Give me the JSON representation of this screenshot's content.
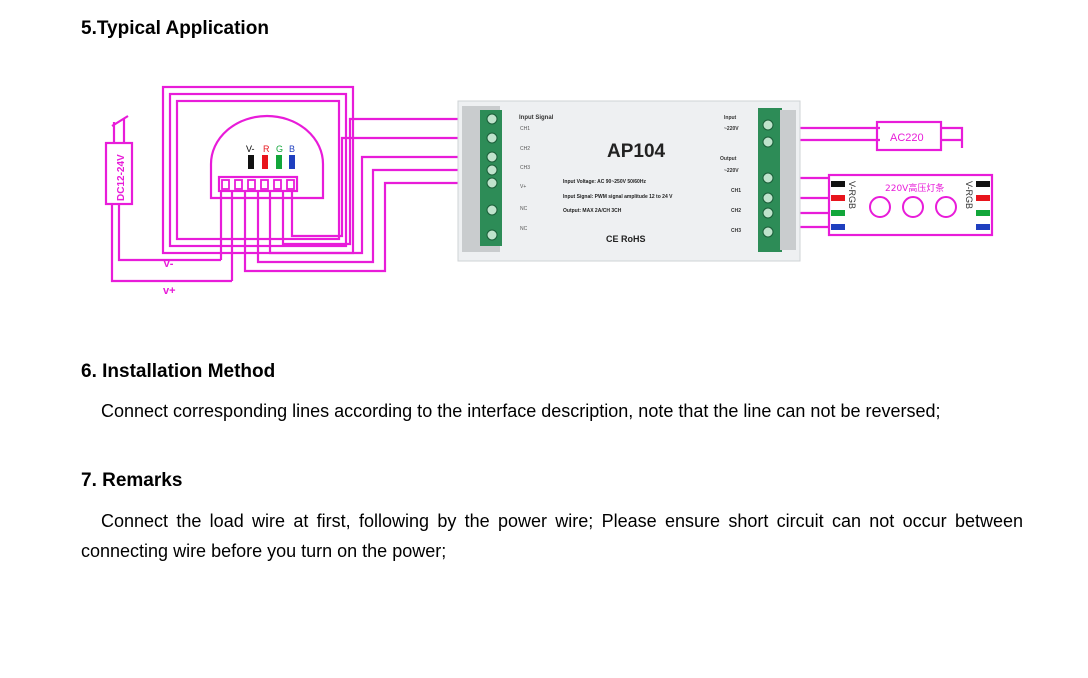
{
  "section5": {
    "heading": "5.Typical Application"
  },
  "diagram": {
    "dc_label": "DC12-24V",
    "v_minus": "V-",
    "v_plus": "v+",
    "panel_pins": {
      "v": "V-",
      "r": "R",
      "g": "G",
      "b": "B"
    },
    "device": {
      "model": "AP104",
      "input_signal": "Input Signal",
      "ch_labels": [
        "CH1",
        "CH2",
        "CH3",
        "V+",
        "NC",
        "NC"
      ],
      "input_title": "Input",
      "input_value": "~220V",
      "output_title": "Output",
      "output_value": "~220V",
      "out_labels": [
        "CH1",
        "CH2",
        "CH3"
      ],
      "spec_voltage": "Input Voltage: AC 90~250V 50/60Hz",
      "spec_signal": "Input Signal: PWM signal amplitude 12 to 24 V",
      "spec_output": "Output: MAX 2A/CH 3CH",
      "cert": "CE RoHS"
    },
    "ac_label": "AC220",
    "strip_label": "220V高压灯条",
    "strip_pins_left": "V-RGB",
    "strip_pins_right": "V-RGB",
    "colors": {
      "wire": "#e81cd9",
      "red": "#e8141c",
      "green": "#12a63a",
      "blue": "#1f3fbf",
      "black": "#111111"
    }
  },
  "section6": {
    "heading": "6. Installation Method",
    "body": "Connect corresponding lines according to the interface description, note that the line can not be reversed;"
  },
  "section7": {
    "heading": "7. Remarks",
    "body": "Connect the load wire at first, following by the power wire; Please ensure short circuit can not occur between connecting wire before you turn on the power;"
  }
}
